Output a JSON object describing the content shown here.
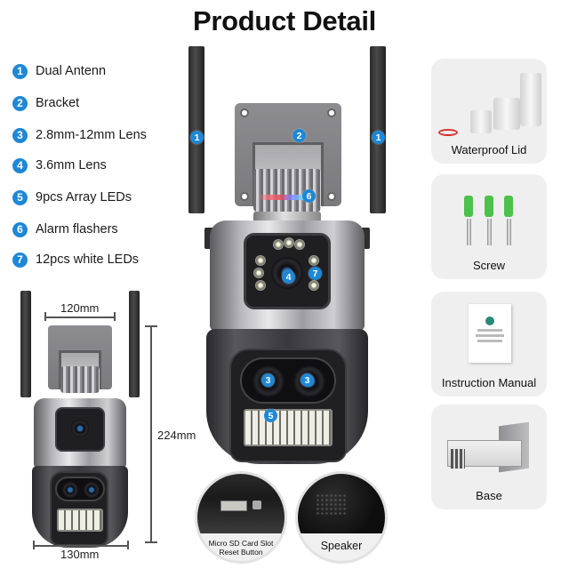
{
  "title": "Product Detail",
  "features": [
    {
      "num": "1",
      "label": "Dual Antenn"
    },
    {
      "num": "2",
      "label": "Bracket"
    },
    {
      "num": "3",
      "label": "2.8mm-12mm Lens"
    },
    {
      "num": "4",
      "label": "3.6mm Lens"
    },
    {
      "num": "5",
      "label": "9pcs Array LEDs"
    },
    {
      "num": "6",
      "label": "Alarm flashers"
    },
    {
      "num": "7",
      "label": "12pcs white LEDs"
    }
  ],
  "callouts": {
    "antenna_left": "1",
    "antenna_right": "1",
    "bracket": "2",
    "alarm": "6",
    "lens_top": "4",
    "white_leds": "7",
    "lens_left": "3",
    "lens_right": "3",
    "array_leds": "5"
  },
  "dimensions": {
    "width_top": "120mm",
    "width_bottom": "130mm",
    "height": "224mm"
  },
  "details": [
    {
      "label_line1": "Micro SD Card Slot",
      "label_line2": "Reset Button"
    },
    {
      "label": "Speaker"
    }
  ],
  "accessories": [
    {
      "label": "Waterproof Lid"
    },
    {
      "label": "Screw"
    },
    {
      "label": "Instruction Manual"
    },
    {
      "label": "Base"
    }
  ],
  "colors": {
    "badge_blue": "#1e88d6",
    "screw_green": "#4cc14c",
    "oring_red": "#d9302e",
    "card_bg": "#efeff0"
  }
}
